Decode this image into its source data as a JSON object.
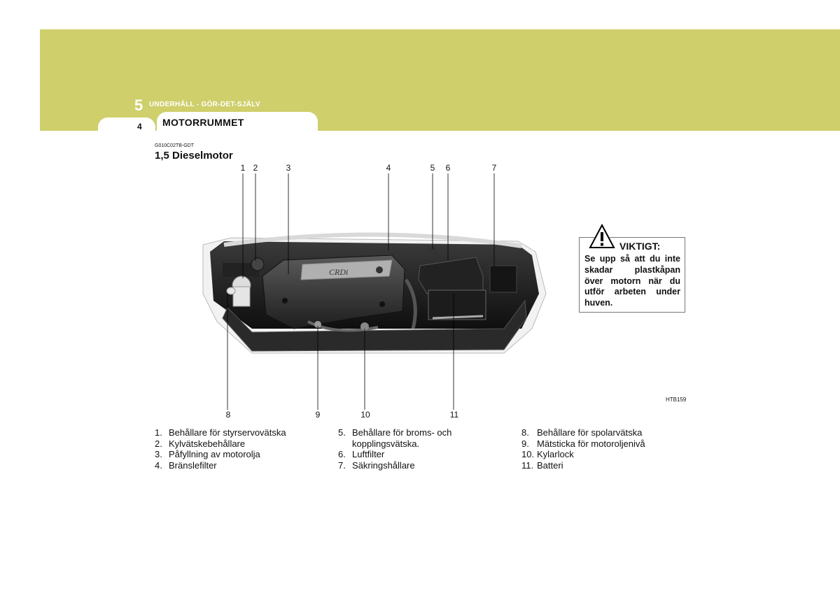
{
  "header": {
    "chapter_number": "5",
    "chapter_title": "UNDERHÅLL - GÖR-DET-SJÄLV",
    "page_number": "4",
    "section_title": "MOTORRUMMET"
  },
  "figure": {
    "code": "G010C02TB-GDT",
    "subtitle": "1,5 Dieselmotor",
    "image_code": "HTB159",
    "top_callouts": [
      "1",
      "2",
      "3",
      "4",
      "5",
      "6",
      "7"
    ],
    "bottom_callouts": [
      "8",
      "9",
      "10",
      "11"
    ],
    "engine_cover_text": "CRDi"
  },
  "warning": {
    "icon": "warning-triangle-icon",
    "title": "VIKTIGT:",
    "text": "Se upp så att du inte skadar plastkåpan över motorn när du utför arbeten under huven."
  },
  "legend": {
    "col1": [
      {
        "num": "1.",
        "text": "Behållare för styrservovätska"
      },
      {
        "num": "2.",
        "text": "Kylvätskebehållare"
      },
      {
        "num": "3.",
        "text": "Påfyllning av motorolja"
      },
      {
        "num": "4.",
        "text": "Bränslefilter"
      }
    ],
    "col2": [
      {
        "num": "5.",
        "text": "Behållare för broms- och"
      },
      {
        "num": "",
        "text": "kopplingsvätska."
      },
      {
        "num": "6.",
        "text": "Luftfilter"
      },
      {
        "num": "7.",
        "text": "Säkringshållare"
      }
    ],
    "col3": [
      {
        "num": "8.",
        "text": "Behållare för spolarvätska"
      },
      {
        "num": "9.",
        "text": "Mätsticka för motoroljenivå"
      },
      {
        "num": "10.",
        "text": "Kylarlock"
      },
      {
        "num": "11.",
        "text": "Batteri"
      }
    ]
  },
  "colors": {
    "header_band": "#cfcf6c"
  }
}
